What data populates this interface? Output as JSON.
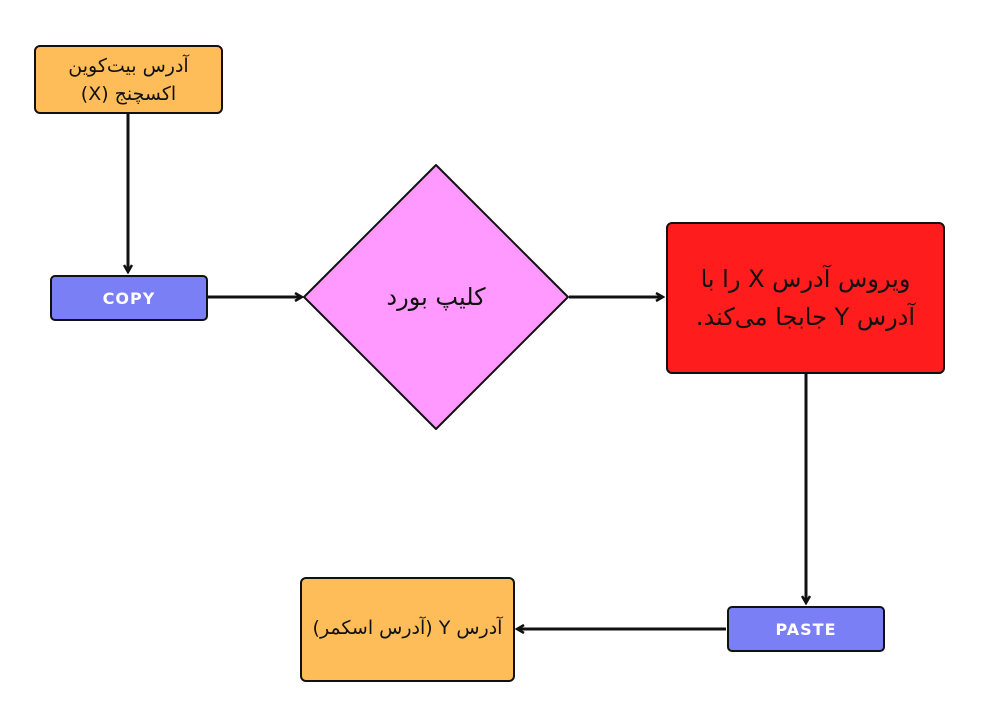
{
  "nodes": {
    "exchange_address": "آدرس بیت‌کوین اکسچنج (X)",
    "copy": "COPY",
    "clipboard": "کلیپ بورد",
    "virus": "ویروس آدرس X را با آدرس Y جابجا می‌کند.",
    "paste": "PASTE",
    "scammer_address": "آدرس Y (آدرس اسکمر)"
  },
  "colors": {
    "orange": "#ffbd59",
    "blue": "#7b7ff5",
    "pink": "#ff99ff",
    "red": "#ff1c1c"
  }
}
